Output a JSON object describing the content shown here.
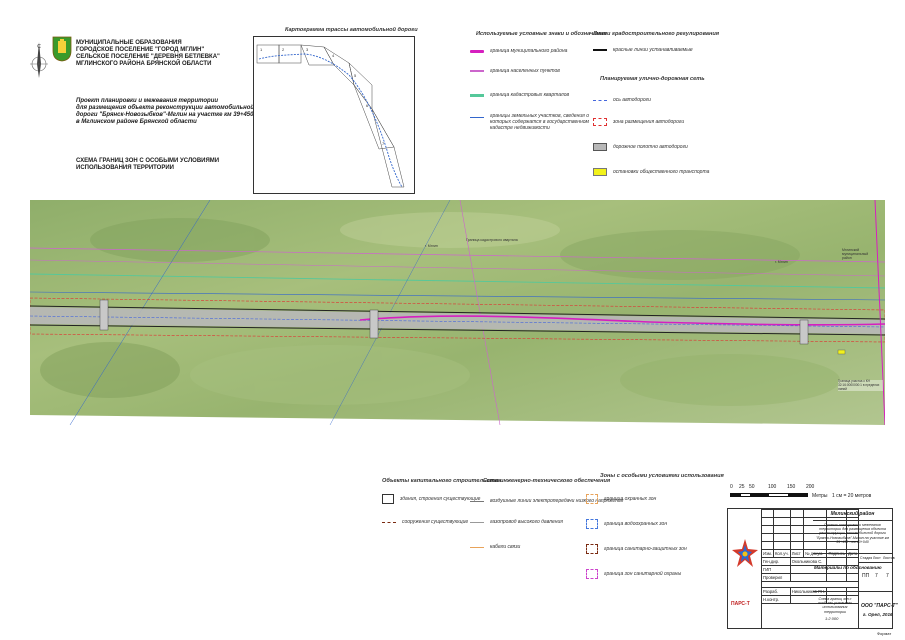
{
  "header": {
    "org_lines": [
      "МУНИЦИПАЛЬНЫЕ ОБРАЗОВАНИЯ",
      "ГОРОДСКОЕ ПОСЕЛЕНИЕ \"ГОРОД МГЛИН\"",
      "СЕЛЬСКОЕ ПОСЕЛЕНИЕ \"ДЕРЕВНЯ БЕТЛЕВКА\"",
      "МГЛИНСКОГО РАЙОНА БРЯНСКОЙ ОБЛАСТИ"
    ],
    "project_lines": [
      "Проект планировки и межевания территории",
      "для размещения объекта реконструкции автомобильной",
      "дороги \"Брянск-Новозыбков\"-Мглин на участке км 39+450 - км 40+040",
      "в Мглинском районе Брянской области"
    ],
    "scheme_lines": [
      "СХЕМА ГРАНИЦ ЗОН С ОСОБЫМИ УСЛОВИЯМИ",
      "ИСПОЛЬЗОВАНИЯ ТЕРРИТОРИИ"
    ]
  },
  "inset": {
    "title": "Картограмма трассы автомобильной дороги",
    "sheet_labels": [
      "1",
      "2",
      "3",
      "4",
      "5",
      "6",
      "7"
    ]
  },
  "legend_top": {
    "title": "Используемые условные знаки и обозначения",
    "items": [
      {
        "label": "граница муниципального района",
        "color": "#d61fbf"
      },
      {
        "label": "граница населенных пунктов",
        "color": "#cc66cc"
      },
      {
        "label": "граница кадастровых кварталов",
        "color": "#55c89a"
      },
      {
        "label": "границы земельных участков, сведения о которых содержатся в государственном кадастре недвижимости",
        "color": "#3366cc"
      }
    ]
  },
  "legend_right": {
    "title": "Линии градостроительного регулирования",
    "red_line": "красные линии устанавливаемые",
    "subtitle": "Планируемая улично-дорожная сеть",
    "items": [
      {
        "label": "ось автодороги",
        "color": "#4466dd"
      },
      {
        "label": "зона размещения автодороги",
        "color": "#e03030"
      },
      {
        "label": "дорожное полотно автодороги",
        "color": "#b8b8b8"
      },
      {
        "label": "остановки общественного транспорта",
        "color": "#f2f21a"
      }
    ]
  },
  "map": {
    "labels": [
      "Мглинский муниципальный район",
      "Граница кадастрового квартала",
      "г. Мглин",
      "г. Мглин"
    ],
    "note": "Граница участка с КН 32:16:0000000:1 в пределах линий"
  },
  "legend_bottom": {
    "capital": {
      "title": "Объекты капитального строительства",
      "items": [
        "здания, строения существующие",
        "сооружения существующие"
      ]
    },
    "networks": {
      "title": "Сети инженерно-технического обеспечения",
      "items": [
        "воздушные линии электропередачи низкого напряжения",
        "газопровод высокого давления",
        "кабели связи"
      ]
    },
    "zones": {
      "title": "Зоны с особыми условиями использования",
      "items": [
        {
          "label": "граница охранных зон",
          "color": "#e8a35a"
        },
        {
          "label": "граница водоохранных зон",
          "color": "#4477dd"
        },
        {
          "label": "граница санитарно-защитных зон",
          "color": "#7a2a10"
        },
        {
          "label": "граница зон санитарной охраны",
          "color": "#cc44cc"
        }
      ]
    }
  },
  "scale": {
    "ticks": [
      "0",
      "25",
      "50",
      "100",
      "150",
      "200"
    ],
    "unit": "Метры",
    "ratio": "1 см = 20 метров"
  },
  "stamp": {
    "logo_text": "ПАРС-Т",
    "district": "Мглинский район",
    "title": "Проект планировки и межевания территории для размещения объекта реконструкции автомобильной дороги \"Брянск-Новозыбков\"-Мглин на участке км 39+450 - км 40+040",
    "col_headers": [
      "Изм.",
      "Кол.уч.",
      "Лист",
      "№ докум.",
      "Подпись",
      "Дата"
    ],
    "roles": [
      {
        "role": "Ген.дир.",
        "name": "Окольникова С."
      },
      {
        "role": "ГИП",
        "name": ""
      },
      {
        "role": "Проверил",
        "name": ""
      },
      {
        "role": "Разраб.",
        "name": "Никольников Р.Н."
      },
      {
        "role": "Н.контр.",
        "name": ""
      }
    ],
    "section": "Материалы по обоснованию",
    "stage_headers": [
      "Стадия",
      "Лист",
      "Листов"
    ],
    "stage_values": [
      "ПП",
      "7",
      "7"
    ],
    "sheet_name": "Схема границ зон с особыми условиями использования территории",
    "sheet_scale": "1:2 000",
    "company": "ООО \"ПАРС-Т\"",
    "city_year": "г. Орел, 2016",
    "format": "Формат"
  }
}
